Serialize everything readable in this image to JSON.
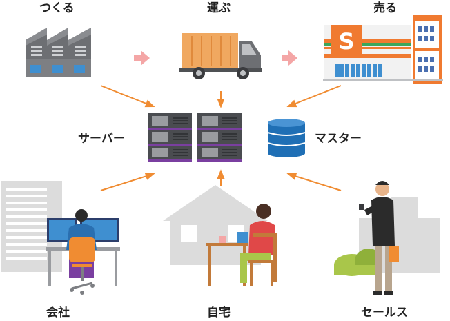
{
  "labels": {
    "make": "つくる",
    "carry": "運ぶ",
    "sell": "売る",
    "server": "サーバー",
    "master": "マスター",
    "office": "会社",
    "home": "自宅",
    "sales": "セールス"
  },
  "store_sign_letter": "S",
  "colors": {
    "arrow_orange": "#f08c32",
    "arrow_pink": "#f4a6a6",
    "server_purple": "#7a3fa0",
    "database_blue": "#1f6fb5",
    "truck_orange": "#f0a860",
    "store_orange": "#f07a30",
    "silhouette_gray": "#dcdcdc"
  }
}
